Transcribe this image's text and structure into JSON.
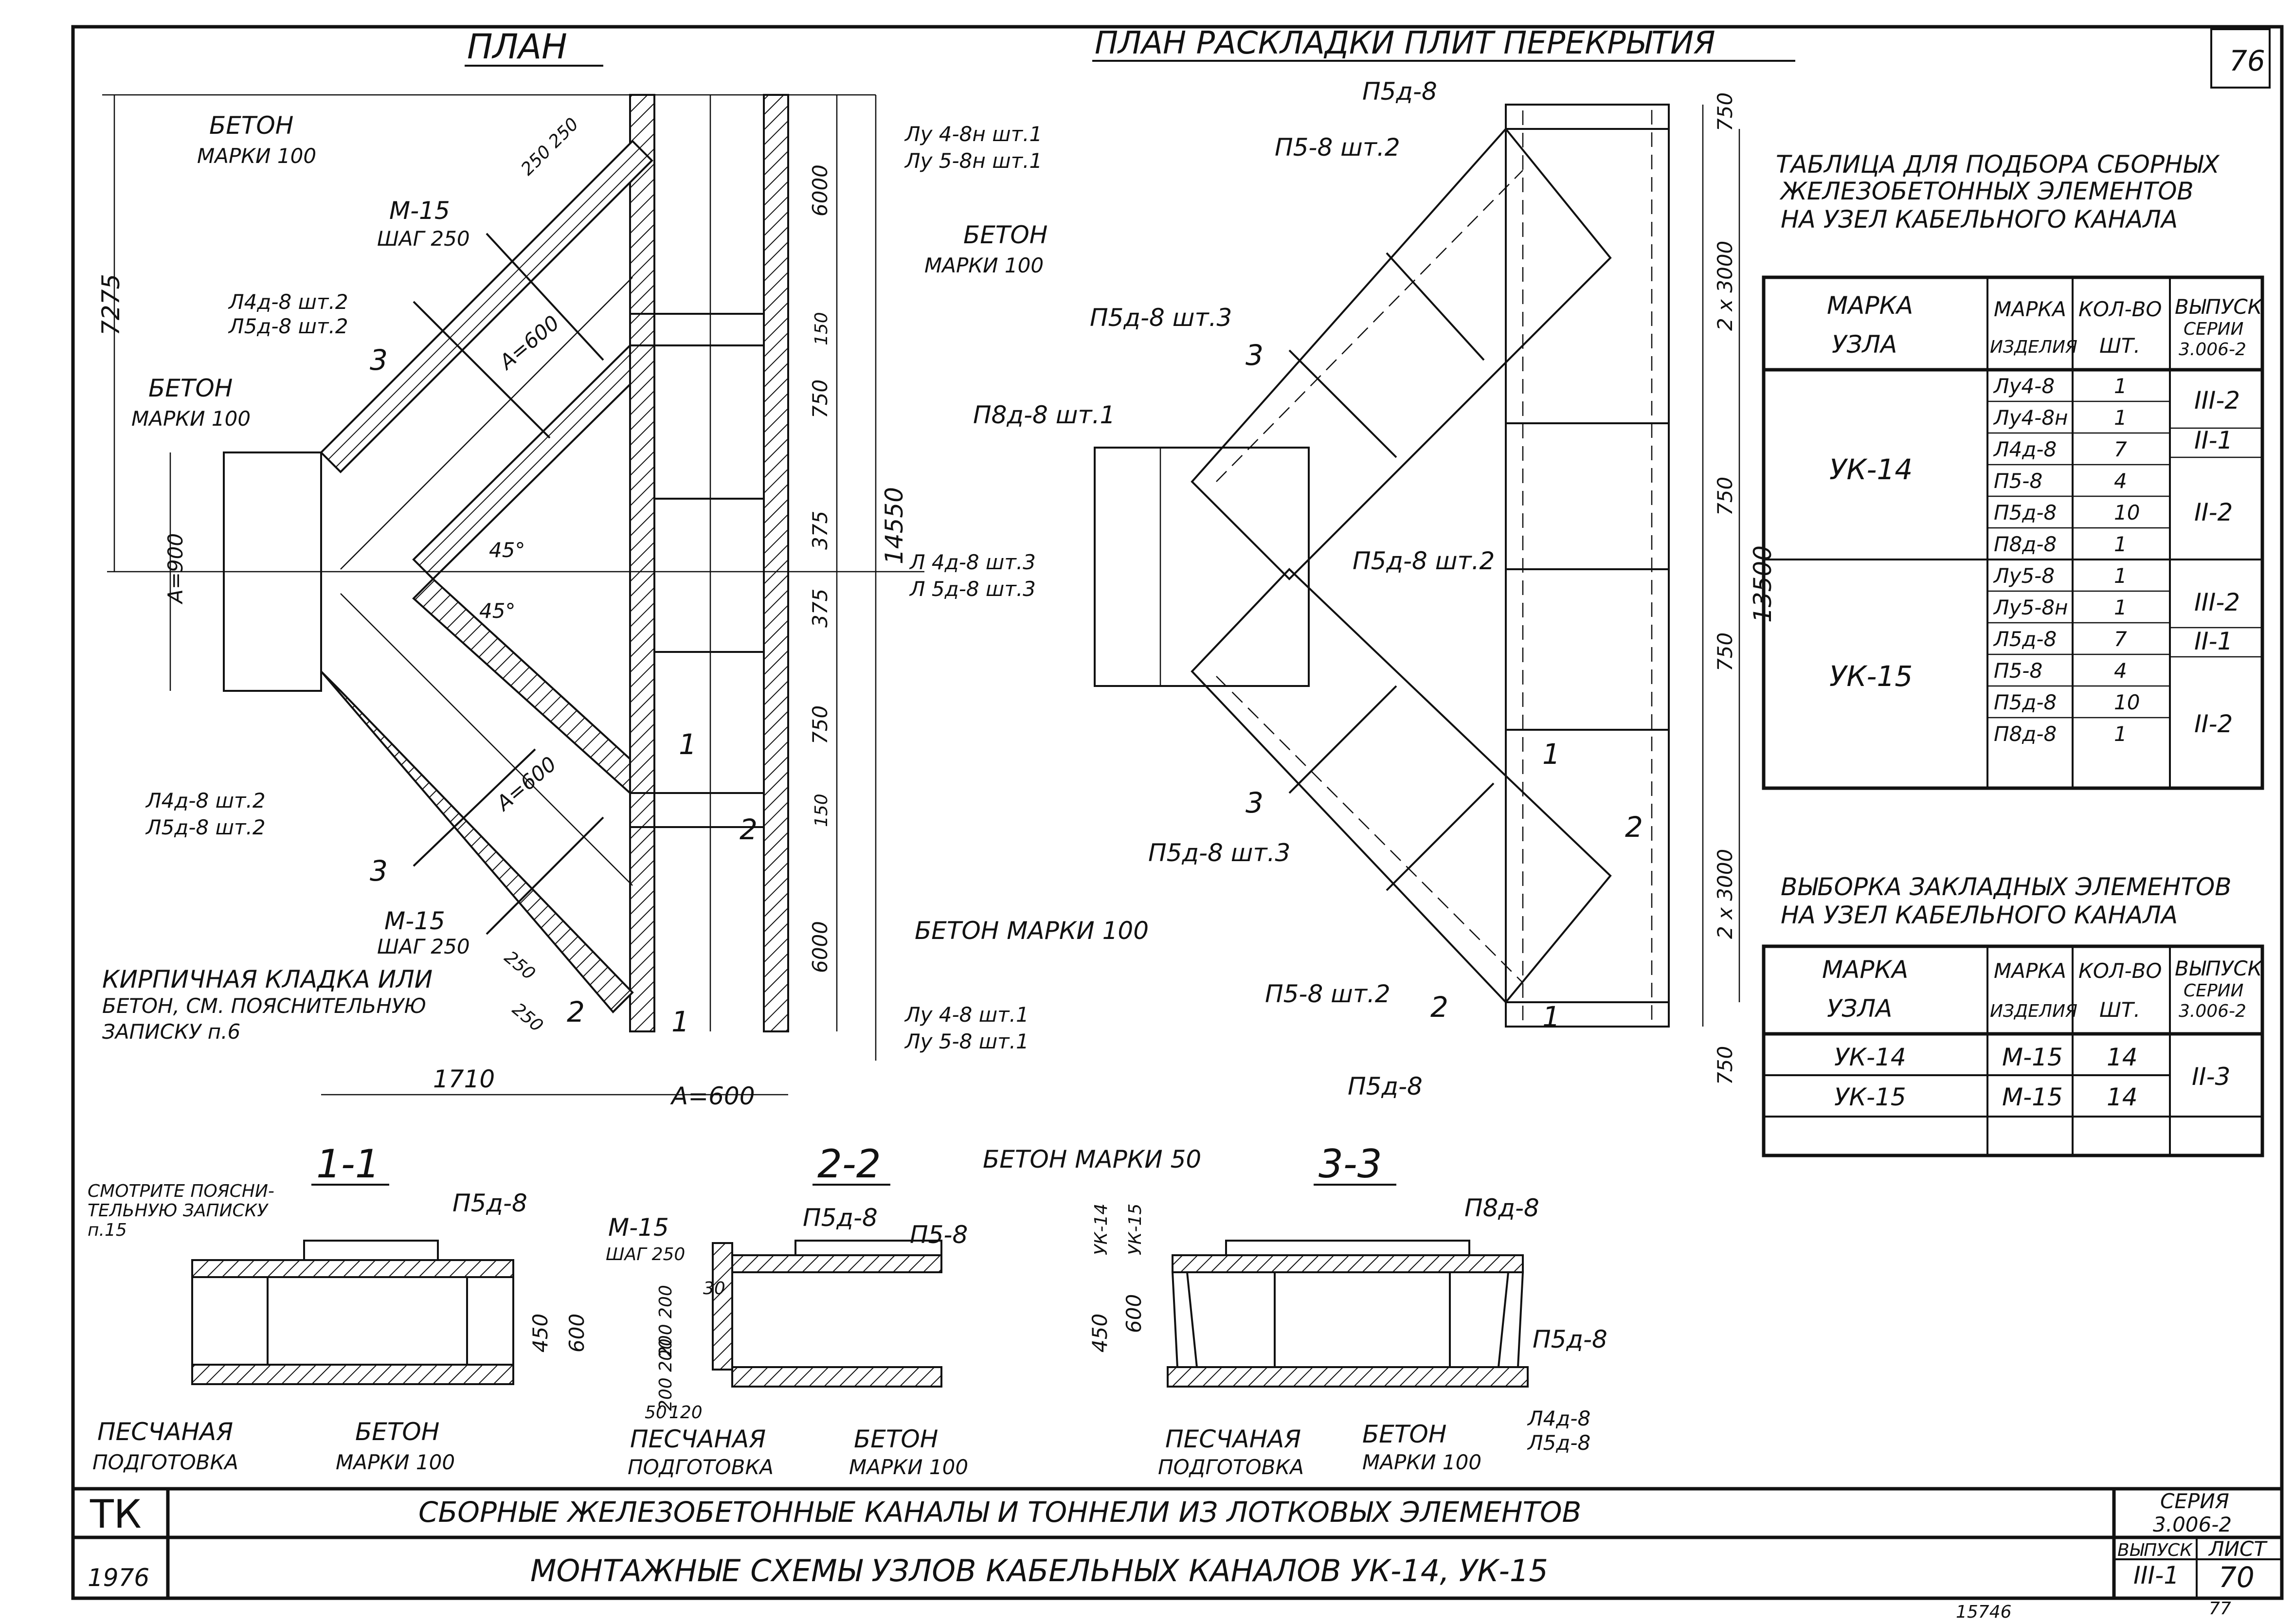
{
  "sheet": {
    "corner_number": "76",
    "archive_number": "15746",
    "page_footer": "77"
  },
  "plan": {
    "title": "ПЛАН",
    "labels": {
      "beton_100_a": "БЕТОН",
      "beton_100_a2": "МАРКИ 100",
      "m15_top": "М-15",
      "m15_top_step": "ШАГ 250",
      "dim_250_250": "250 250",
      "l4_top": "Л4д-8 шт.2",
      "l5_top": "Л5д-8 шт.2",
      "beton_left": "БЕТОН",
      "beton_left2": "МАРКИ 100",
      "a600_top": "А=600",
      "a900": "А=900",
      "angle_45a": "45°",
      "angle_45b": "45°",
      "l4_bottom": "Л4д-8 шт.2",
      "l5_bottom": "Л5д-8 шт.2",
      "a600_bottom": "А=600",
      "m15_bottom": "М-15",
      "m15_bottom_step": "ШАГ 250",
      "dim_250": "250",
      "dim_250b": "250",
      "kirpich1": "КИРПИЧНАЯ КЛАДКА  ИЛИ",
      "kirpich2": "БЕТОН, СМ. ПОЯСНИТЕЛЬНУЮ",
      "kirpich3": "ЗАПИСКУ  п.6",
      "dim_1710": "1710",
      "dim_a600": "А=600",
      "dim_7275": "7275",
      "dim_14550": "14550",
      "dim_6000a": "6000",
      "dim_150a": "150",
      "dim_750a": "750",
      "dim_375a": "375",
      "dim_375b": "375",
      "dim_750b": "750",
      "dim_150b": "150",
      "dim_6000b": "6000",
      "lu4_top": "Лу 4-8н  шт.1",
      "lu5_top": "Лу 5-8н  шт.1",
      "beton_right1": "БЕТОН",
      "beton_right2": "МАРКИ  100",
      "l4_mid": "Л 4д-8 шт.3",
      "l5_mid": "Л 5д-8 шт.3",
      "beton_bottom": "БЕТОН МАРКИ 100",
      "lu4_bot": "Лу 4-8  шт.1",
      "lu5_bot": "Лу 5-8  шт.1",
      "sec1": "1",
      "sec1b": "1",
      "sec2": "2",
      "sec2b": "2",
      "sec3": "3",
      "sec3b": "3"
    }
  },
  "slab_plan": {
    "title": "ПЛАН  РАСКЛАДКИ  ПЛИТ  ПЕРЕКРЫТИЯ",
    "labels": {
      "p5d_top": "П5д-8",
      "p5_top": "П5-8  шт.2",
      "p5d_sht3_top": "П5д-8 шт.3",
      "p8d": "П8д-8 шт.1",
      "p5d_sht2": "П5д-8 шт.2",
      "p5d_sht3_bot": "П5д-8 шт.3",
      "p5_bot": "П5-8  шт.2",
      "p5d_bot": "П5д-8",
      "dim_750_top": "750",
      "dim_2x3000_top": "2 х 3000",
      "dim_750_m1": "750",
      "dim_13500": "13500",
      "dim_750_m2": "750",
      "dim_2x3000_bot": "2 х 3000",
      "dim_750_bot": "750",
      "sec1": "1",
      "sec1b": "1",
      "sec2": "2",
      "sec2b": "2",
      "sec3": "3",
      "sec3b": "3"
    }
  },
  "table1": {
    "title1": "ТАБЛИЦА ДЛЯ ПОДБОРА СБОРНЫХ",
    "title2": "ЖЕЛЕЗОБЕТОННЫХ  ЭЛЕМЕНТОВ",
    "title3": "НА УЗЕЛ КАБЕЛЬНОГО КАНАЛА",
    "headers": [
      "МАРКА УЗЛА",
      "МАРКА ИЗДЕЛИЯ",
      "КОЛ-ВО ШТ.",
      "ВЫПУСК СЕРИИ 3.006-2"
    ],
    "header_parts": {
      "h1a": "МАРКА",
      "h1b": "УЗЛА",
      "h2a": "МАРКА",
      "h2b": "ИЗДЕЛИЯ",
      "h3a": "КОЛ-ВО",
      "h3b": "ШТ.",
      "h4a": "ВЫПУСК",
      "h4b": "СЕРИИ",
      "h4c": "3.006-2"
    },
    "groups": [
      {
        "node": "УК-14"
      },
      {
        "node": "УК-15"
      }
    ],
    "rows": [
      {
        "item": "Лу4-8",
        "qty": "1"
      },
      {
        "item": "Лу4-8н",
        "qty": "1"
      },
      {
        "item": "Л4д-8",
        "qty": "7"
      },
      {
        "item": "П5-8",
        "qty": "4"
      },
      {
        "item": "П5д-8",
        "qty": "10"
      },
      {
        "item": "П8д-8",
        "qty": "1"
      },
      {
        "item": "Лу5-8",
        "qty": "1"
      },
      {
        "item": "Лу5-8н",
        "qty": "1"
      },
      {
        "item": "Л5д-8",
        "qty": "7"
      },
      {
        "item": "П5-8",
        "qty": "4"
      },
      {
        "item": "П5д-8",
        "qty": "10"
      },
      {
        "item": "П8д-8",
        "qty": "1"
      }
    ],
    "issues": [
      "III-2",
      "II-1",
      "II-2",
      "III-2",
      "II-1",
      "II-2"
    ]
  },
  "table2": {
    "title1": "ВЫБОРКА ЗАКЛАДНЫХ ЭЛЕМЕНТОВ",
    "title2": "НА  УЗЕЛ  КАБЕЛЬНОГО  КАНАЛА",
    "header_parts": {
      "h1a": "МАРКА",
      "h1b": "УЗЛА",
      "h2a": "МАРКА",
      "h2b": "ИЗДЕЛИЯ",
      "h3a": "КОЛ-ВО",
      "h3b": "ШТ.",
      "h4a": "ВЫПУСК",
      "h4b": "СЕРИИ",
      "h4c": "3.006-2"
    },
    "rows": [
      {
        "node": "УК-14",
        "item": "М-15",
        "qty": "14"
      },
      {
        "node": "УК-15",
        "item": "М-15",
        "qty": "14"
      }
    ],
    "issue": "II-3"
  },
  "sections": {
    "s11": {
      "title": "1-1",
      "note1": "СМОТРИТЕ ПОЯСНИ-",
      "note2": "ТЕЛЬНУЮ ЗАПИСКУ",
      "note3": "п.15",
      "slab": "П5д-8",
      "dim_450": "450",
      "dim_600": "600",
      "sand1": "ПЕСЧАНАЯ",
      "sand2": "ПОДГОТОВКА",
      "beton1": "БЕТОН",
      "beton2": "МАРКИ  100"
    },
    "s22": {
      "title": "2-2",
      "beton50": "БЕТОН МАРКИ 50",
      "m15": "М-15",
      "m15step": "ШАГ 250",
      "slab1": "П5д-8",
      "slab2": "П5-8",
      "dim_30": "30",
      "dim_200a": "200 200",
      "dim_200b": "200 200",
      "dim_50": "50",
      "dim_120": "120",
      "sand1": "ПЕСЧАНАЯ",
      "sand2": "ПОДГОТОВКА",
      "beton1": "БЕТОН",
      "beton2": "МАРКИ 100"
    },
    "s33": {
      "title": "3-3",
      "uk14": "УК-14",
      "uk15": "УК-15",
      "slab1": "П8д-8",
      "slab2": "П5д-8",
      "dim_450": "450",
      "dim_600": "600",
      "l4": "Л4д-8",
      "l5": "Л5д-8",
      "sand1": "ПЕСЧАНАЯ",
      "sand2": "ПОДГОТОВКА",
      "beton1": "БЕТОН",
      "beton2": "МАРКИ 100"
    }
  },
  "title_block": {
    "code": "ТК",
    "year": "1976",
    "line1": "СБОРНЫЕ      ЖЕЛЕЗОБЕТОННЫЕ     КАНАЛЫ   И   ТОННЕЛИ   ИЗ   ЛОТКОВЫХ      ЭЛЕМЕНТОВ",
    "line2": "МОНТАЖНЫЕ   СХЕМЫ   УЗЛОВ   КАБЕЛЬНЫХ   КАНАЛОВ   УК-14,  УК-15",
    "series_label": "СЕРИЯ",
    "series_value": "3.006-2",
    "issue_label": "ВЫПУСК",
    "issue_value": "III-1",
    "sheet_label": "ЛИСТ",
    "sheet_value": "70"
  }
}
